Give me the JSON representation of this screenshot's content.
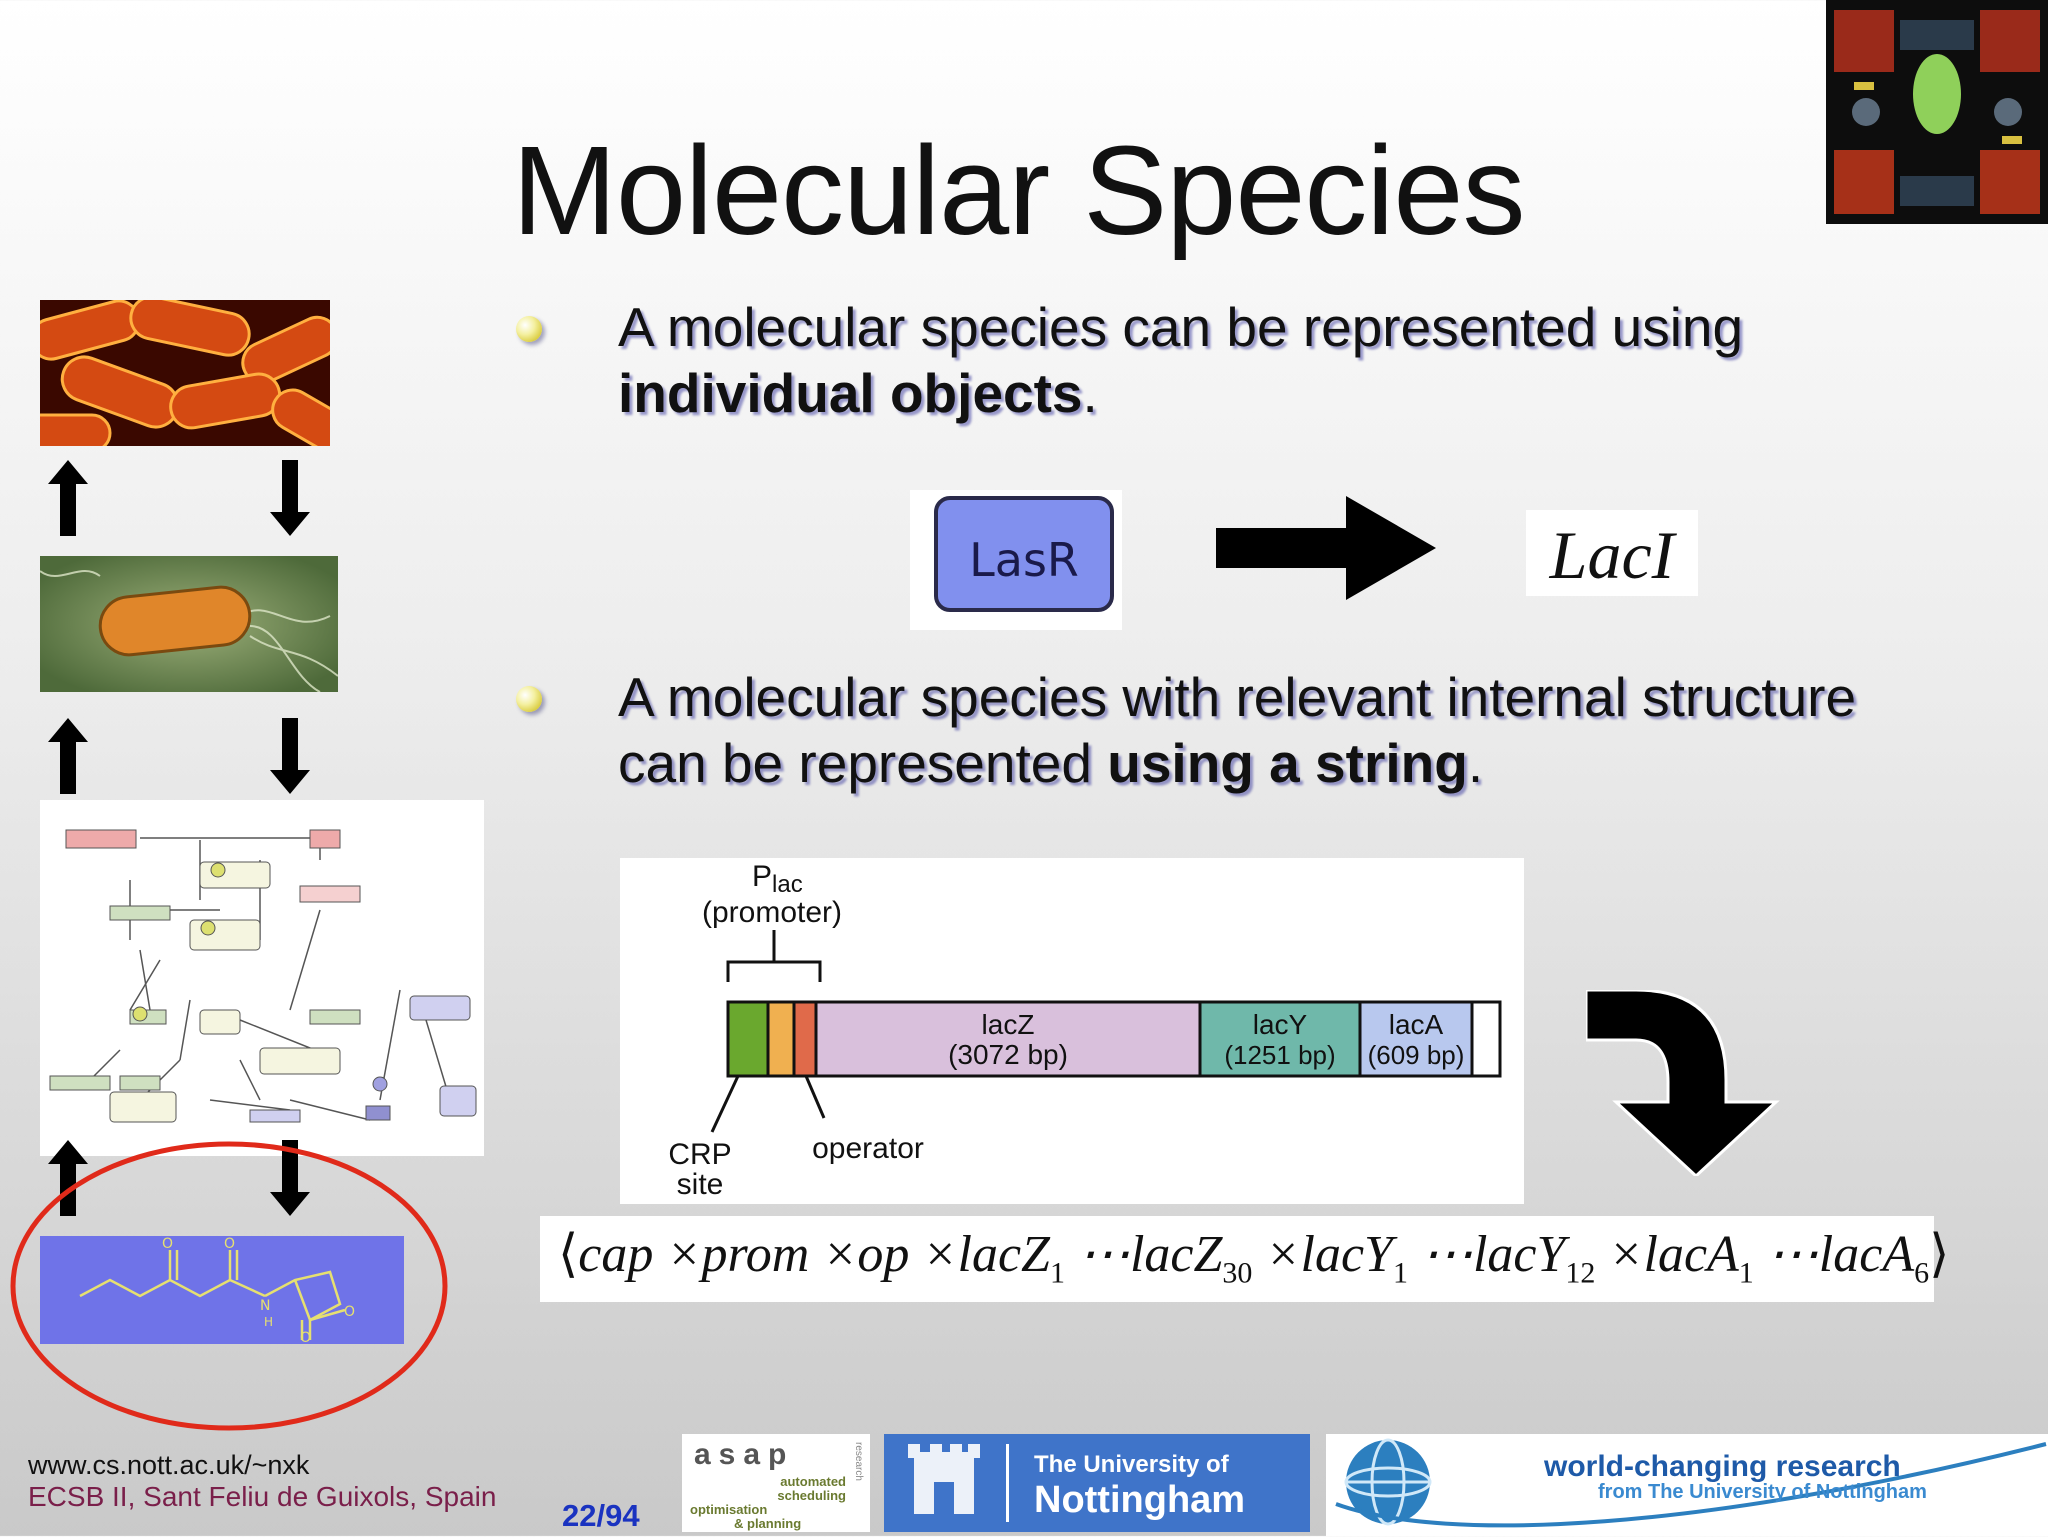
{
  "slide": {
    "title": "Molecular Species",
    "bullets": [
      {
        "line1": "A molecular species can be represented using",
        "line2_bold": "individual objects",
        "line2_rest": "."
      },
      {
        "line1": "A molecular species with relevant internal structure",
        "line2_pre": "can be represented ",
        "line2_bold": "using a string",
        "line2_rest": "."
      }
    ],
    "lasr_label": "LasR",
    "laci_label": "LacI"
  },
  "operon_diagram": {
    "promoter_top": "P",
    "promoter_sub": "lac",
    "promoter_label": "(promoter)",
    "genes": [
      {
        "name": "lacZ",
        "size": "(3072 bp)"
      },
      {
        "name": "lacY",
        "size": "(1251 bp)"
      },
      {
        "name": "lacA",
        "size": "(609 bp)"
      }
    ],
    "crp_line1": "CRP",
    "crp_line2": "site",
    "operator_label": "operator"
  },
  "formula": {
    "open": "⟨",
    "parts": [
      {
        "t": "cap ×prom ×op ×lacZ"
      },
      {
        "s": "1"
      },
      {
        "t": " ⋯lacZ"
      },
      {
        "s": "30"
      },
      {
        "t": " ×lacY"
      },
      {
        "s": "1"
      },
      {
        "t": " ⋯lacY"
      },
      {
        "s": "12"
      },
      {
        "t": " ×lacA"
      },
      {
        "s": "1"
      },
      {
        "t": " ⋯lacA"
      },
      {
        "s": "6"
      }
    ],
    "close": "⟩"
  },
  "footer": {
    "url": "www.cs.nott.ac.uk/~nxk",
    "conference": "ECSB II, Sant Feliu de Guixols, Spain",
    "page": "22/94"
  },
  "logos": {
    "asap_title": "asap",
    "asap_line1": "automated",
    "asap_line2": "scheduling",
    "asap_line3": "optimisation",
    "asap_line4": "& planning",
    "asap_side": "research",
    "nott_line1": "The University of",
    "nott_line2": "Nottingham",
    "wcr_line1": "world-changing research",
    "wcr_line2": "from The University of Nottingham"
  },
  "colors": {
    "accent_blue": "#1a33c0",
    "lasr_fill": "#8190ee",
    "circle_red": "#e02a1a",
    "footer_maroon": "#7a1f4a"
  }
}
